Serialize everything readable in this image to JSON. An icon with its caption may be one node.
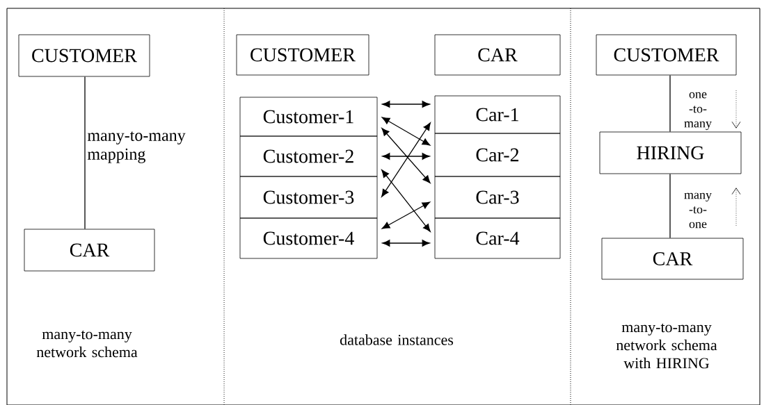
{
  "diagram": {
    "nodes": [
      {
        "text": [
          "CUSTOMER"
        ]
      },
      {
        "text": [
          "CAR"
        ]
      },
      {
        "text": [
          "CUSTOMER"
        ]
      },
      {
        "text": [
          "CAR"
        ]
      },
      {
        "text": [
          "Customer-1"
        ]
      },
      {
        "text": [
          "Customer-2"
        ]
      },
      {
        "text": [
          "Customer-3"
        ]
      },
      {
        "text": [
          "Customer-4"
        ]
      },
      {
        "text": [
          "Car-1"
        ]
      },
      {
        "text": [
          "Car-2"
        ]
      },
      {
        "text": [
          "Car-3"
        ]
      },
      {
        "text": [
          "Car-4"
        ]
      },
      {
        "text": [
          "CUSTOMER"
        ]
      },
      {
        "text": [
          "HIRING"
        ]
      },
      {
        "text": [
          "CAR"
        ]
      }
    ],
    "edges": [
      {
        "from": 0,
        "to": 1,
        "arrow": "none",
        "label": "many-to-many mapping"
      },
      {
        "from": 12,
        "to": 13,
        "arrow": "none",
        "label": "one -to- many"
      },
      {
        "from": 13,
        "to": 14,
        "arrow": "none",
        "label": "many -to- one"
      },
      {
        "from": 4,
        "to": 8,
        "arrow": "both"
      },
      {
        "from": 4,
        "to": 9,
        "arrow": "both"
      },
      {
        "from": 4,
        "to": 10,
        "arrow": "both"
      },
      {
        "from": 6,
        "to": 8,
        "arrow": "both"
      },
      {
        "from": 5,
        "to": 9,
        "arrow": "both"
      },
      {
        "from": 5,
        "to": 11,
        "arrow": "both"
      },
      {
        "from": 7,
        "to": 10,
        "arrow": "both"
      },
      {
        "from": 7,
        "to": 11,
        "arrow": "both"
      }
    ],
    "labels": [
      "many-to-many network schema",
      "database instances",
      "many-to-many network schema with HIRING"
    ]
  }
}
